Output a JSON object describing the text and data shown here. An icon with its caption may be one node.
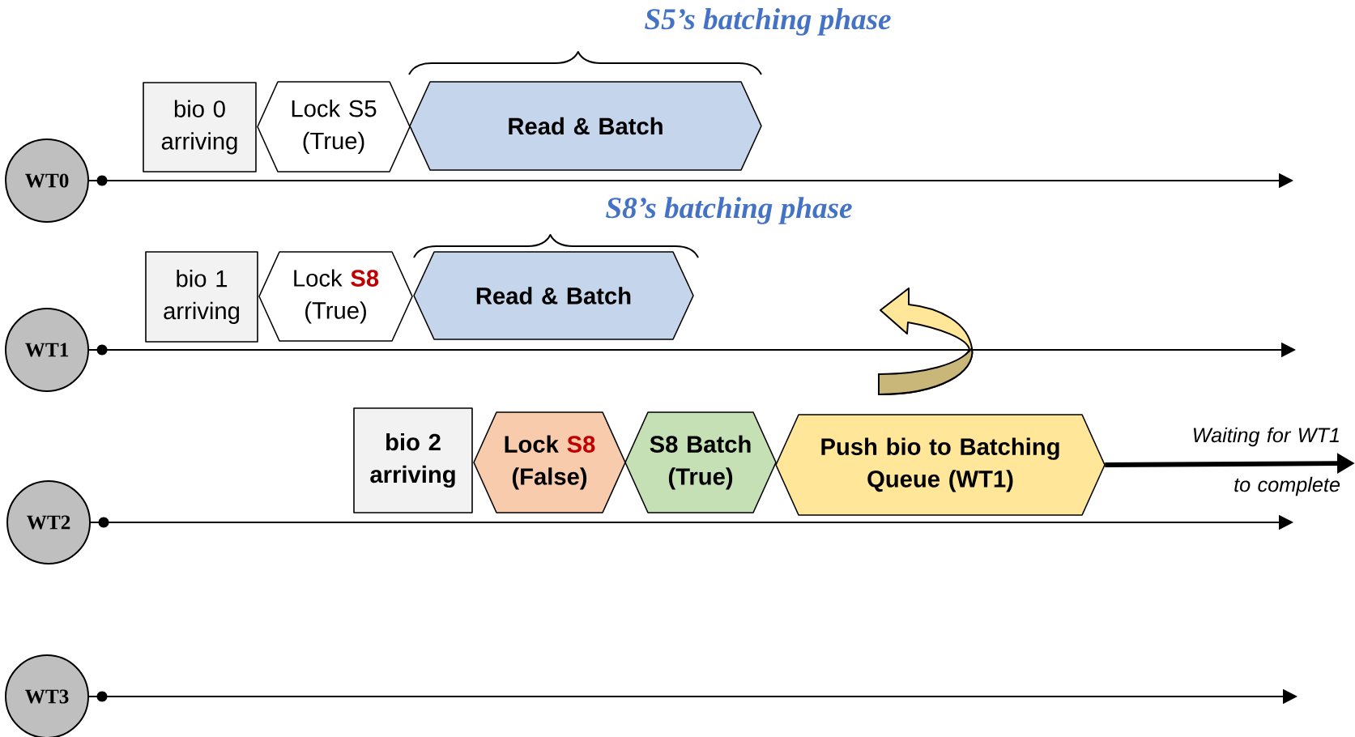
{
  "diagram": {
    "nodes": [
      {
        "text": [
          "WT0"
        ]
      },
      {
        "text": [
          "bio 0 arriving"
        ]
      },
      {
        "text": [
          "Lock S5 (True)"
        ]
      },
      {
        "text": [
          "Read & Batch"
        ],
        "beside": [
          "S5’s batching phase"
        ]
      },
      {
        "text": [
          "WT1"
        ]
      },
      {
        "text": [
          "bio 1 arriving"
        ]
      },
      {
        "text": [
          "Lock **S8** (True)"
        ]
      },
      {
        "text": [
          "Read & Batch"
        ],
        "beside": [
          "S8’s batching phase"
        ]
      },
      {
        "text": [
          "WT2"
        ]
      },
      {
        "text": [
          "bio 2 arriving"
        ]
      },
      {
        "text": [
          "Lock **S8** (False)"
        ]
      },
      {
        "text": [
          "S8 Batch (True)"
        ]
      },
      {
        "text": [
          "Push bio to Batching Queue (WT1)"
        ]
      },
      {
        "text": [
          "WT3"
        ]
      }
    ],
    "edges": [
      {
        "from": 0,
        "to": null,
        "arrow": "to"
      },
      {
        "from": 4,
        "to": null,
        "arrow": "to"
      },
      {
        "from": 8,
        "to": null,
        "arrow": "to"
      },
      {
        "from": 13,
        "to": null,
        "arrow": "to"
      },
      {
        "from": 12,
        "to": null,
        "arrow": "to",
        "style": "thick",
        "label": "Waiting for WT1 to complete"
      }
    ]
  }
}
